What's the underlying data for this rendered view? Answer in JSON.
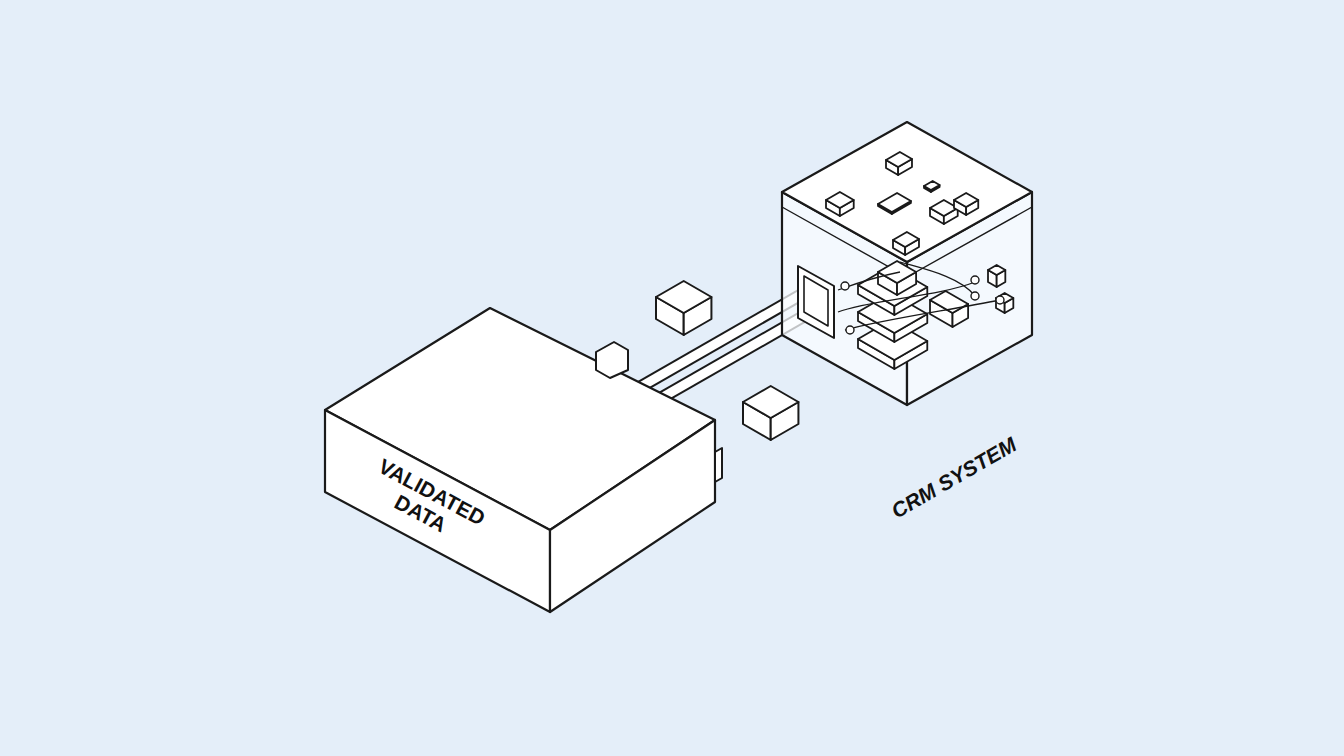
{
  "diagram": {
    "nodes": [
      {
        "text": [
          "VALIDATED DATA"
        ]
      },
      {
        "text": [
          "CRM SYSTEM"
        ]
      }
    ],
    "edges": [
      {
        "from": 0,
        "to": 1,
        "arrow": "none"
      }
    ]
  }
}
